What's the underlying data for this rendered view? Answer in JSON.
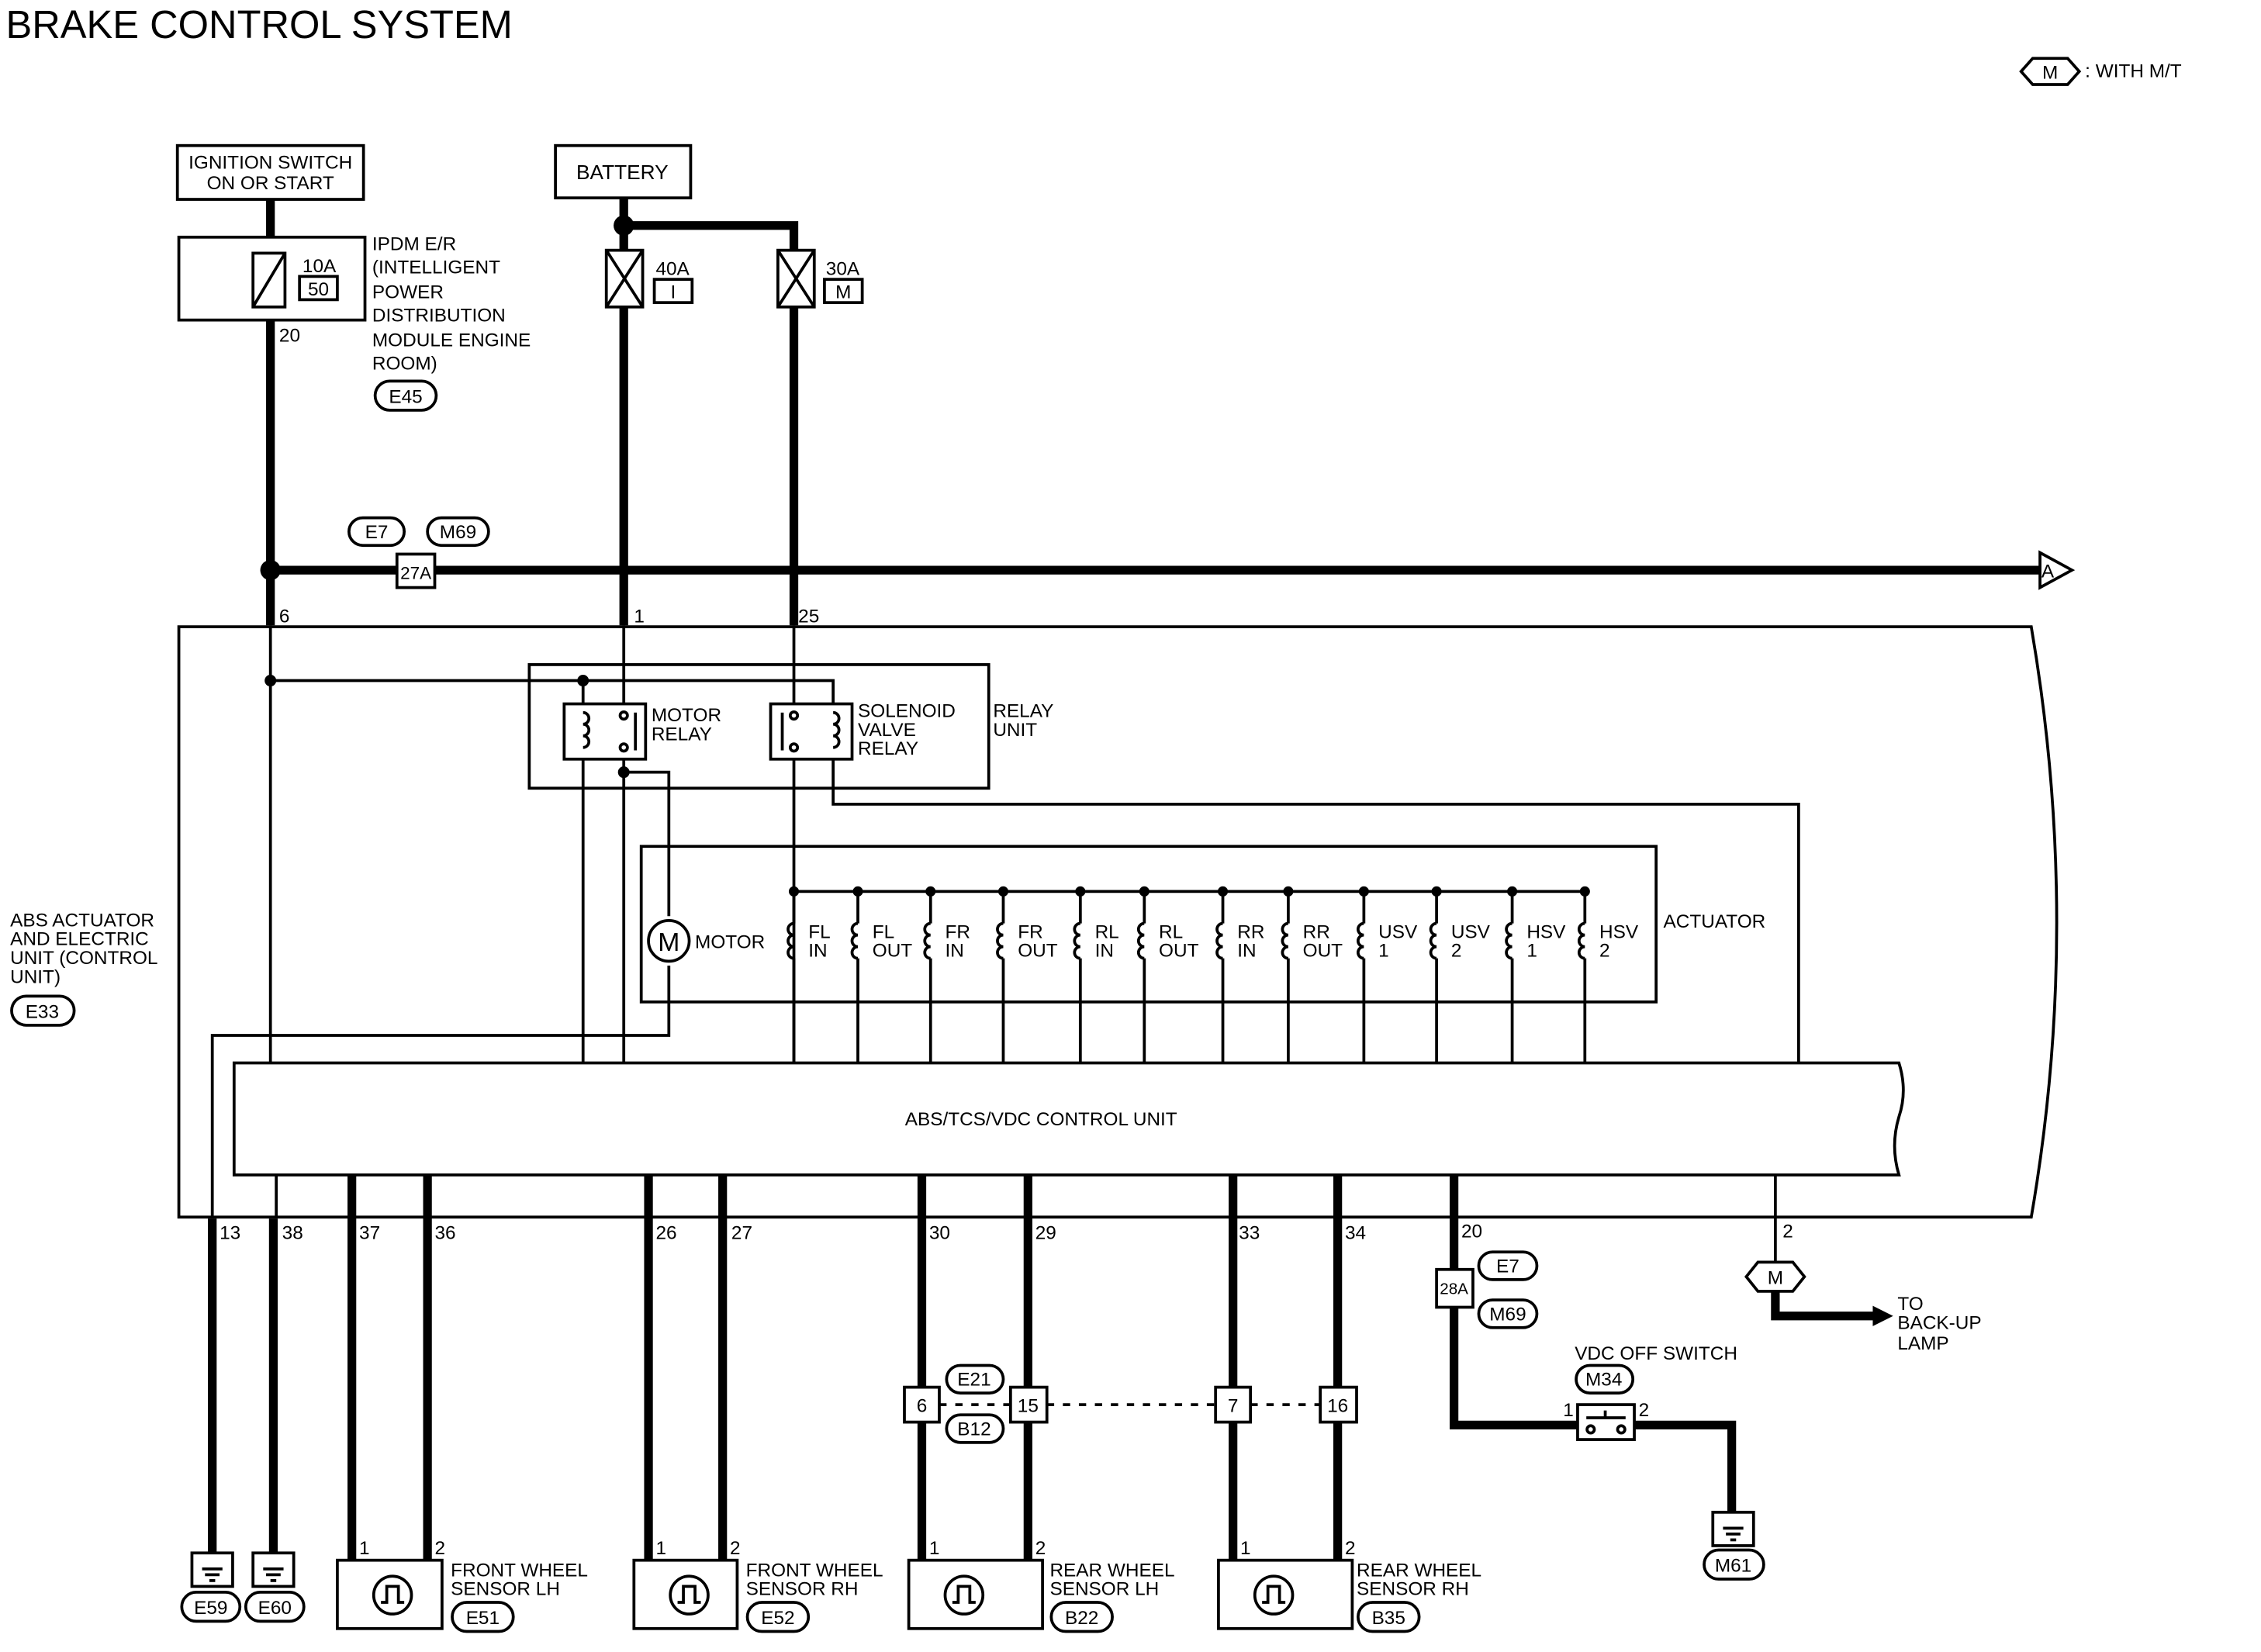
{
  "title": "BRAKE CONTROL SYSTEM",
  "legend": {
    "tag": "M",
    "text": ": WITH M/T"
  },
  "power": {
    "ignition_line1": "IGNITION SWITCH",
    "ignition_line2": "ON OR START",
    "battery": "BATTERY"
  },
  "ipdm": {
    "fuse_amps": "10A",
    "fuse_no": "50",
    "pin": "20",
    "desc": [
      "IPDM E/R",
      "(INTELLIGENT",
      "POWER",
      "DISTRIBUTION",
      "MODULE ENGINE",
      "ROOM)"
    ],
    "connector": "E45"
  },
  "fuses": [
    {
      "amps": "40A",
      "tag": "I"
    },
    {
      "amps": "30A",
      "tag": "M"
    }
  ],
  "junction_top": {
    "conn1": "E7",
    "conn2": "M69",
    "pin": "27A",
    "arrow": "A"
  },
  "abs_unit": {
    "desc": [
      "ABS ACTUATOR",
      "AND ELECTRIC",
      "UNIT (CONTROL",
      "UNIT)"
    ],
    "connector": "E33",
    "top_pins": [
      "6",
      "1",
      "25"
    ],
    "relay_unit": [
      "RELAY",
      "UNIT"
    ],
    "motor_relay": [
      "MOTOR",
      "RELAY"
    ],
    "solenoid_relay": [
      "SOLENOID",
      "VALVE",
      "RELAY"
    ],
    "actuator": "ACTUATOR",
    "motor": "MOTOR",
    "motor_symbol": "M",
    "control_unit": "ABS/TCS/VDC CONTROL UNIT",
    "valves": [
      [
        "FL",
        "IN"
      ],
      [
        "FL",
        "OUT"
      ],
      [
        "FR",
        "IN"
      ],
      [
        "FR",
        "OUT"
      ],
      [
        "RL",
        "IN"
      ],
      [
        "RL",
        "OUT"
      ],
      [
        "RR",
        "IN"
      ],
      [
        "RR",
        "OUT"
      ],
      [
        "USV",
        "1"
      ],
      [
        "USV",
        "2"
      ],
      [
        "HSV",
        "1"
      ],
      [
        "HSV",
        "2"
      ]
    ],
    "bottom_pins": [
      "13",
      "38",
      "37",
      "36",
      "26",
      "27",
      "30",
      "29",
      "33",
      "34",
      "20",
      "2"
    ]
  },
  "grounds": [
    "E59",
    "E60"
  ],
  "sensors": [
    {
      "name": [
        "FRONT WHEEL",
        "SENSOR LH"
      ],
      "connector": "E51",
      "pins": [
        "1",
        "2"
      ]
    },
    {
      "name": [
        "FRONT WHEEL",
        "SENSOR RH"
      ],
      "connector": "E52",
      "pins": [
        "1",
        "2"
      ]
    },
    {
      "name": [
        "REAR WHEEL",
        "SENSOR LH"
      ],
      "connector": "B22",
      "pins": [
        "1",
        "2"
      ]
    },
    {
      "name": [
        "REAR WHEEL",
        "SENSOR RH"
      ],
      "connector": "B35",
      "pins": [
        "1",
        "2"
      ]
    }
  ],
  "rear_joint": {
    "conn1": "E21",
    "conn2": "B12",
    "pins": [
      "6",
      "15",
      "7",
      "16"
    ]
  },
  "vdc": {
    "conn1": "E7",
    "conn2": "M69",
    "pin": "28A",
    "switch": "VDC OFF SWITCH",
    "switch_conn": "M34",
    "switch_pins": [
      "1",
      "2"
    ],
    "ground": "M61"
  },
  "backup": {
    "tag": "M",
    "text": [
      "TO",
      "BACK-UP",
      "LAMP"
    ]
  }
}
